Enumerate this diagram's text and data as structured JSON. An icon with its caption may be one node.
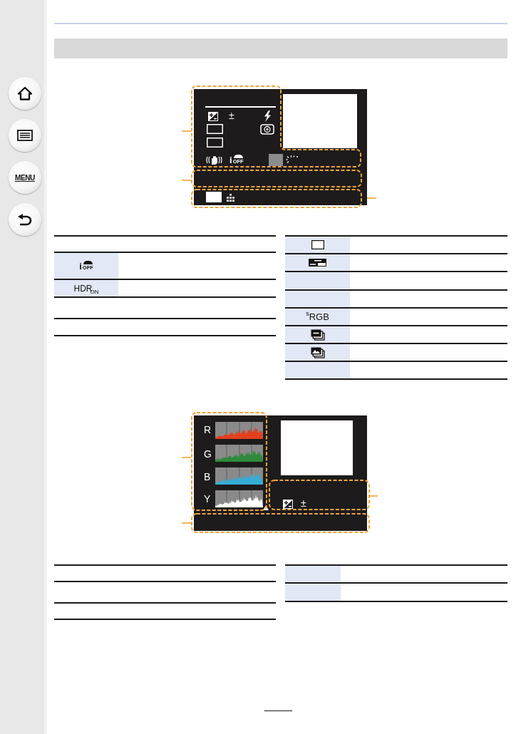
{
  "diagram": {
    "nodes": [
      {
        "text": [],
        "shape": "bar"
      },
      {
        "text": [
          "±",
          "i$_{OFF}$"
        ]
      },
      {
        "text": [],
        "shape": "box"
      },
      {
        "text": [],
        "shape": "box"
      },
      {
        "text": [
          "R",
          "G",
          "B",
          "Y"
        ]
      },
      {
        "text": [
          "±"
        ]
      },
      {
        "text": [],
        "shape": "box"
      }
    ],
    "edges": [
      {
        "from": 1,
        "to": null,
        "arrow": "none"
      },
      {
        "from": 2,
        "to": null,
        "arrow": "none"
      },
      {
        "from": 3,
        "to": null,
        "arrow": "none"
      },
      {
        "from": 4,
        "to": null,
        "arrow": "none"
      },
      {
        "from": 5,
        "to": null,
        "arrow": "none"
      },
      {
        "from": 6,
        "to": null,
        "arrow": "none"
      }
    ],
    "labels": [
      "MENU",
      "i$_{OFF}$",
      "HDR$_{ON}$",
      "$^{s}$RGB"
    ]
  }
}
